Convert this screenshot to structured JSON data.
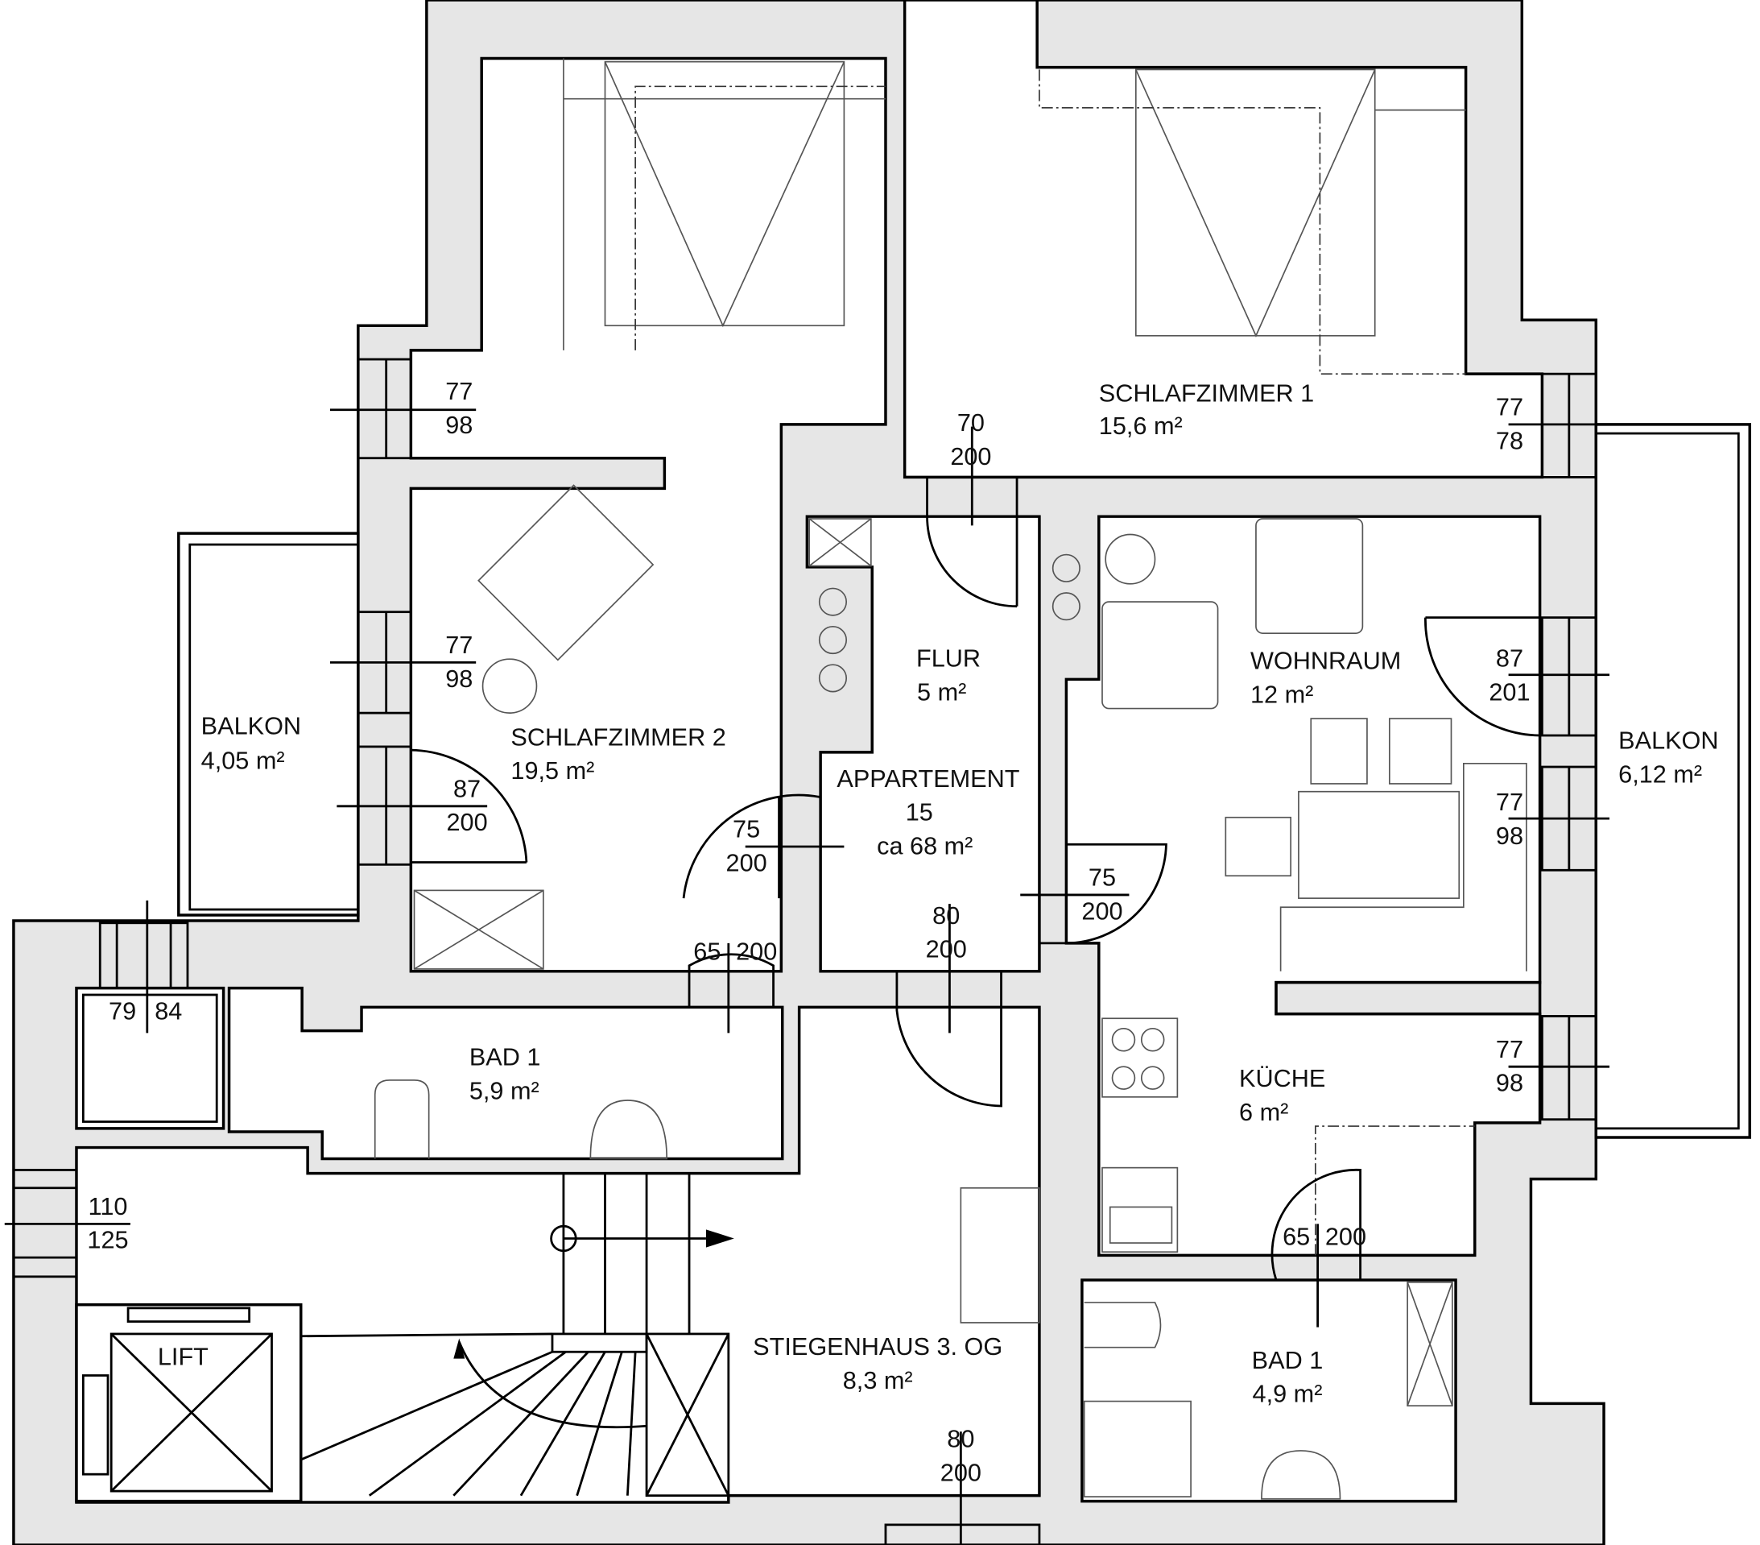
{
  "plan": {
    "rooms": {
      "sz1": {
        "name": "SCHLAFZIMMER 1",
        "area": "15,6 m²"
      },
      "sz2": {
        "name": "SCHLAFZIMMER 2",
        "area": "19,5 m²"
      },
      "flur": {
        "name": "FLUR",
        "area": "5 m²"
      },
      "wohn": {
        "name": "WOHNRAUM",
        "area": "12 m²"
      },
      "balkon_r": {
        "name": "BALKON",
        "area": "6,12 m²"
      },
      "balkon_l": {
        "name": "BALKON",
        "area": "4,05 m²"
      },
      "app": {
        "name": "APPARTEMENT",
        "number": "15",
        "area": "ca 68 m²"
      },
      "bad1a": {
        "name": "BAD 1",
        "area": "5,9 m²"
      },
      "kueche": {
        "name": "KÜCHE",
        "area": "6 m²"
      },
      "stiege": {
        "name": "STIEGENHAUS 3.  OG",
        "area": "8,3 m²"
      },
      "bad1b": {
        "name": "BAD 1",
        "area": "4,9 m²"
      },
      "lift": {
        "name": "LIFT"
      }
    },
    "dims": [
      {
        "w": "77",
        "h": "98"
      },
      {
        "w": "77",
        "h": "98"
      },
      {
        "w": "87",
        "h": "200"
      },
      {
        "w": "70",
        "h": "200"
      },
      {
        "w": "77",
        "h": "78"
      },
      {
        "w": "87",
        "h": "201"
      },
      {
        "w": "77",
        "h": "98"
      },
      {
        "w": "75",
        "h": "200"
      },
      {
        "w": "75",
        "h": "200"
      },
      {
        "w": "80",
        "h": "200"
      },
      {
        "w": "65",
        "h": "200"
      },
      {
        "w": "79",
        "h": "84"
      },
      {
        "w": "77",
        "h": "98"
      },
      {
        "w": "110",
        "h": "125"
      },
      {
        "w": "65",
        "h": "200"
      },
      {
        "w": "80",
        "h": "200"
      }
    ]
  }
}
